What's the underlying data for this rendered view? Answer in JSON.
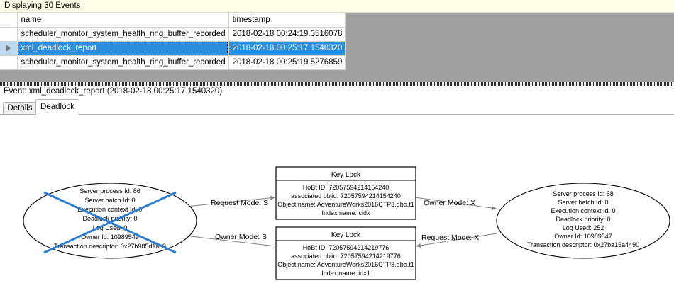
{
  "status_strip": {
    "text": "Displaying 30 Events"
  },
  "grid": {
    "columns": [
      {
        "label": ""
      },
      {
        "label": "name"
      },
      {
        "label": "timestamp"
      }
    ],
    "rows": [
      {
        "selector": "",
        "name": "scheduler_monitor_system_health_ring_buffer_recorded",
        "timestamp": "2018-02-18 00:24:19.3516078",
        "selected": false
      },
      {
        "selector": "row-arrow-icon",
        "name": "xml_deadlock_report",
        "timestamp": "2018-02-18 00:25:17.1540320",
        "selected": true
      },
      {
        "selector": "",
        "name": "scheduler_monitor_system_health_ring_buffer_recorded",
        "timestamp": "2018-02-18 00:25:19.5276859",
        "selected": false
      }
    ],
    "selection_color": "#2a8fe0",
    "filler_color": "#a0a0a0"
  },
  "event_header": {
    "text": "Event: xml_deadlock_report (2018-02-18 00:25:17.1540320)"
  },
  "tabs": [
    {
      "label": "Details",
      "active": false
    },
    {
      "label": "Deadlock",
      "active": true
    }
  ],
  "deadlock_graph": {
    "victim_marker_color": "#2f7fd0",
    "processes": [
      {
        "id": "process-left",
        "is_victim": true,
        "lines": [
          "Server process Id: 86",
          "Server batch Id: 0",
          "Execution context Id: 0",
          "Deadlock priority: 0",
          "Log Used: 0",
          "Owner Id: 10989549",
          "Transaction descriptor: 0x27b985d1ac0"
        ]
      },
      {
        "id": "process-right",
        "is_victim": false,
        "lines": [
          "Server process Id: 58",
          "Server batch Id: 0",
          "Execution context Id: 0",
          "Deadlock priority: 0",
          "Log Used: 252",
          "Owner Id: 10989547",
          "Transaction descriptor: 0x27ba15a4490"
        ]
      }
    ],
    "resources": [
      {
        "id": "key-lock-top",
        "title": "Key Lock",
        "lines": [
          "HoBt ID: 72057594214154240",
          "associated objid: 72057594214154240",
          "Object name: AdventureWorks2016CTP3.dbo.t1",
          "Index name: cidx"
        ]
      },
      {
        "id": "key-lock-bottom",
        "title": "Key Lock",
        "lines": [
          "HoBt ID: 72057594214219776",
          "associated objid: 72057594214219776",
          "Object name: AdventureWorks2016CTP3.dbo.t1",
          "Index name: idx1"
        ]
      }
    ],
    "edges": [
      {
        "id": "edge-left-request",
        "label": "Request Mode: S"
      },
      {
        "id": "edge-left-owner",
        "label": "Owner Mode: S"
      },
      {
        "id": "edge-right-owner",
        "label": "Owner Mode: X"
      },
      {
        "id": "edge-right-request",
        "label": "Request Mode: X"
      }
    ]
  }
}
